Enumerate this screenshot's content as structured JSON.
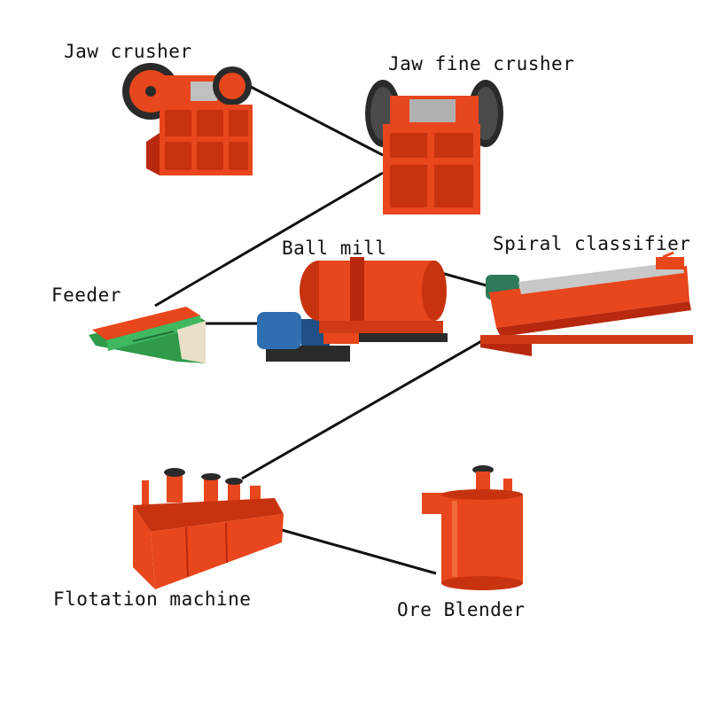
{
  "diagram": {
    "labels": {
      "jaw_crusher": "Jaw crusher",
      "jaw_fine_crusher": "Jaw fine crusher",
      "ball_mill": "Ball mill",
      "spiral_classifier": "Spiral classifier",
      "feeder": "Feeder",
      "flotation_machine": "Flotation machine",
      "ore_blender": "Ore Blender"
    },
    "colors": {
      "machine_body": "#e8461c",
      "machine_dark": "#b8280e",
      "wheel": "#2a2a2a",
      "motor": "#2f6fb0",
      "feeder_green": "#2e9a4a",
      "line": "#111111"
    }
  }
}
